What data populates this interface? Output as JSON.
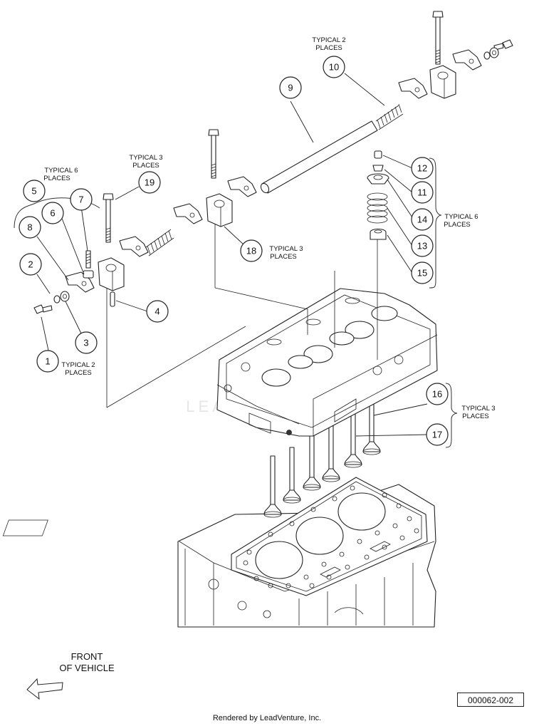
{
  "callouts": [
    {
      "id": "1",
      "label": "1"
    },
    {
      "id": "2",
      "label": "2"
    },
    {
      "id": "3",
      "label": "3"
    },
    {
      "id": "4",
      "label": "4"
    },
    {
      "id": "5",
      "label": "5"
    },
    {
      "id": "6",
      "label": "6"
    },
    {
      "id": "7",
      "label": "7"
    },
    {
      "id": "8",
      "label": "8"
    },
    {
      "id": "9",
      "label": "9"
    },
    {
      "id": "10",
      "label": "10"
    },
    {
      "id": "11",
      "label": "11"
    },
    {
      "id": "12",
      "label": "12"
    },
    {
      "id": "13",
      "label": "13"
    },
    {
      "id": "14",
      "label": "14"
    },
    {
      "id": "15",
      "label": "15"
    },
    {
      "id": "16",
      "label": "16"
    },
    {
      "id": "17",
      "label": "17"
    },
    {
      "id": "18",
      "label": "18"
    },
    {
      "id": "19",
      "label": "19"
    }
  ],
  "notes": {
    "typical_2_places": [
      "TYPICAL 2",
      "PLACES"
    ],
    "typical_3_places": [
      "TYPICAL 3",
      "PLACES"
    ],
    "typical_6_places": [
      "TYPICAL 6",
      "PLACES"
    ]
  },
  "watermark": "LEADVENTURE",
  "front_label": [
    "FRONT",
    "OF VEHICLE"
  ],
  "figure_id": "000062-002",
  "footer": "Rendered by LeadVenture, Inc."
}
